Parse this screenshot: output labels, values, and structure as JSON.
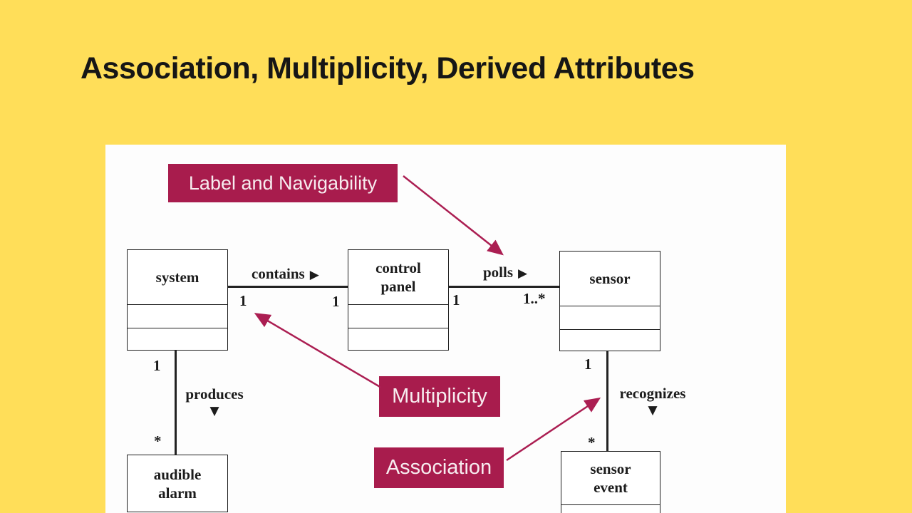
{
  "slide": {
    "title": "Association, Multiplicity, Derived Attributes",
    "colors": {
      "background": "#FFDE59",
      "accent": "#A81C4D",
      "panel": "#FDFDFD",
      "ink": "#1C1C1C"
    }
  },
  "callouts": {
    "label_navigability": {
      "label": "Label and Navigability"
    },
    "multiplicity": {
      "label": "Multiplicity"
    },
    "association": {
      "label": "Association"
    }
  },
  "icons": {
    "right_triangle": "▶",
    "down_triangle": "▼"
  },
  "diagram": {
    "classes": {
      "system": {
        "name": "system"
      },
      "control_panel": {
        "name": "control panel"
      },
      "sensor": {
        "name": "sensor"
      },
      "audible_alarm": {
        "name": "audible alarm"
      },
      "sensor_event": {
        "name": "sensor event"
      }
    },
    "associations": {
      "contains": {
        "label": "contains",
        "near_mult": "1",
        "far_mult": "1"
      },
      "polls": {
        "label": "polls",
        "near_mult": "1",
        "far_mult": "1..*"
      },
      "produces": {
        "label": "produces",
        "near_mult": "1",
        "far_mult": "*"
      },
      "recognizes": {
        "label": "recognizes",
        "near_mult": "1",
        "far_mult": "*"
      }
    }
  }
}
